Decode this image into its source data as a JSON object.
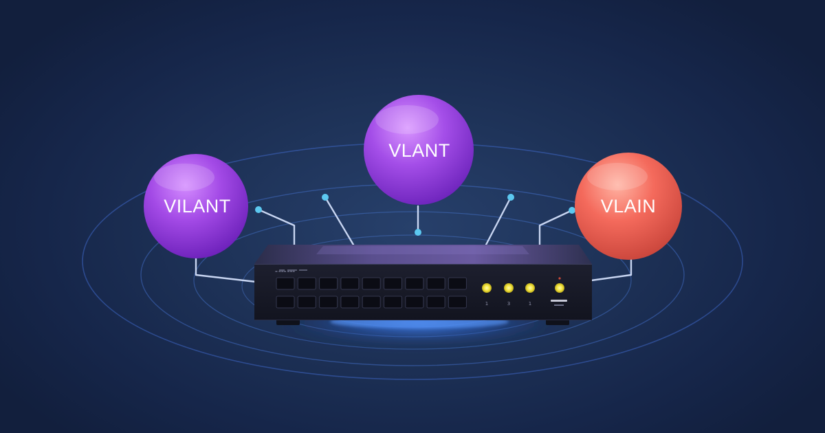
{
  "vlans": [
    {
      "label": "VILANT",
      "color": "#9b3fe0"
    },
    {
      "label": "VLANT",
      "color": "#a045e6"
    },
    {
      "label": "VLAIN",
      "color": "#f46a5c"
    }
  ],
  "switch": {
    "led_labels": [
      "1",
      "3",
      "1"
    ],
    "led_color": "#f2e23a",
    "glow_color": "#3d7dff"
  }
}
